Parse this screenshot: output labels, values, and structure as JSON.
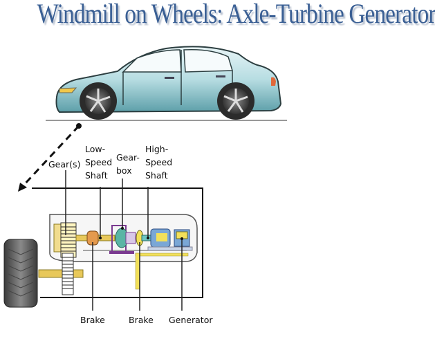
{
  "title": "Windmill on Wheels:  Axle-Turbine Generator",
  "labels": {
    "gears": "Gear(s)",
    "low_speed_shaft": "Low-\nSpeed\nShaft",
    "gearbox": "Gear-\nbox",
    "high_speed_shaft": "High-\nSpeed\nShaft",
    "brake_1": "Brake",
    "brake_2": "Brake",
    "generator": "Generator"
  },
  "colors": {
    "title": "#3a5f94",
    "car_body": "#8fc3cc",
    "shaft": "#e8c85a",
    "generator": "#7aa7d6"
  }
}
